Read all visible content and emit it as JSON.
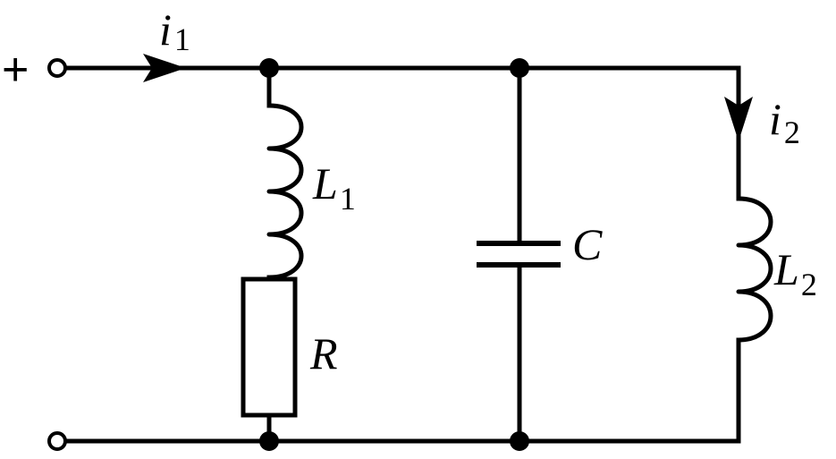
{
  "circuit": {
    "terminal_plus_sign": "+",
    "current_i1": {
      "symbol": "i",
      "subscript": "1"
    },
    "current_i2": {
      "symbol": "i",
      "subscript": "2"
    },
    "inductor_L1": {
      "symbol": "L",
      "subscript": "1"
    },
    "resistor_R": {
      "symbol": "R"
    },
    "capacitor_C": {
      "symbol": "C"
    },
    "inductor_L2": {
      "symbol": "L",
      "subscript": "2"
    }
  }
}
